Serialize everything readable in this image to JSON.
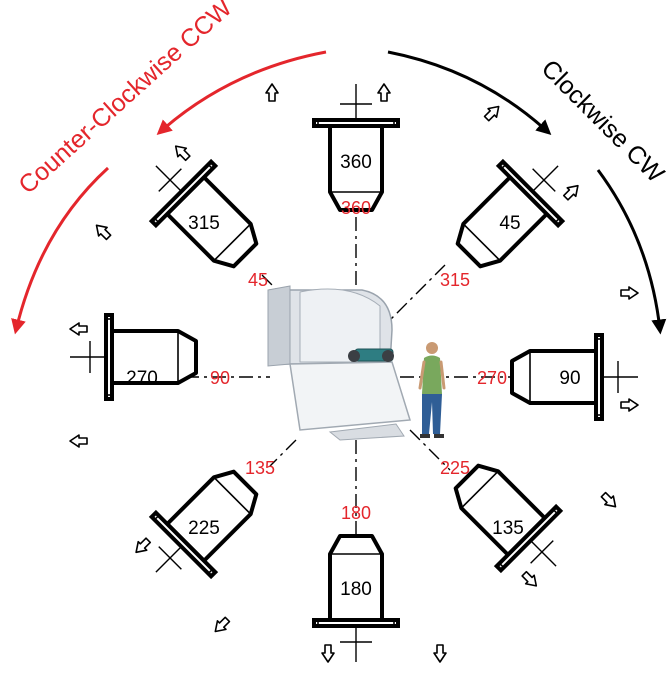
{
  "labels": {
    "ccw": "Counter-Clockwise CCW",
    "cw": "Clockwise CW"
  },
  "colors": {
    "ccw_arrow": "#e4262c",
    "cw_arrow": "#000000",
    "angle_text": "#e4262c",
    "line": "#000000"
  },
  "positions": [
    {
      "box": "360",
      "angle": "360"
    },
    {
      "box": "45",
      "angle": "315"
    },
    {
      "box": "90",
      "angle": "270"
    },
    {
      "box": "135",
      "angle": "225"
    },
    {
      "box": "180",
      "angle": "180"
    },
    {
      "box": "225",
      "angle": "135"
    },
    {
      "box": "270",
      "angle": "90"
    },
    {
      "box": "315",
      "angle": "45"
    }
  ],
  "center_image": {
    "subject": "industrial-fan-with-person"
  }
}
